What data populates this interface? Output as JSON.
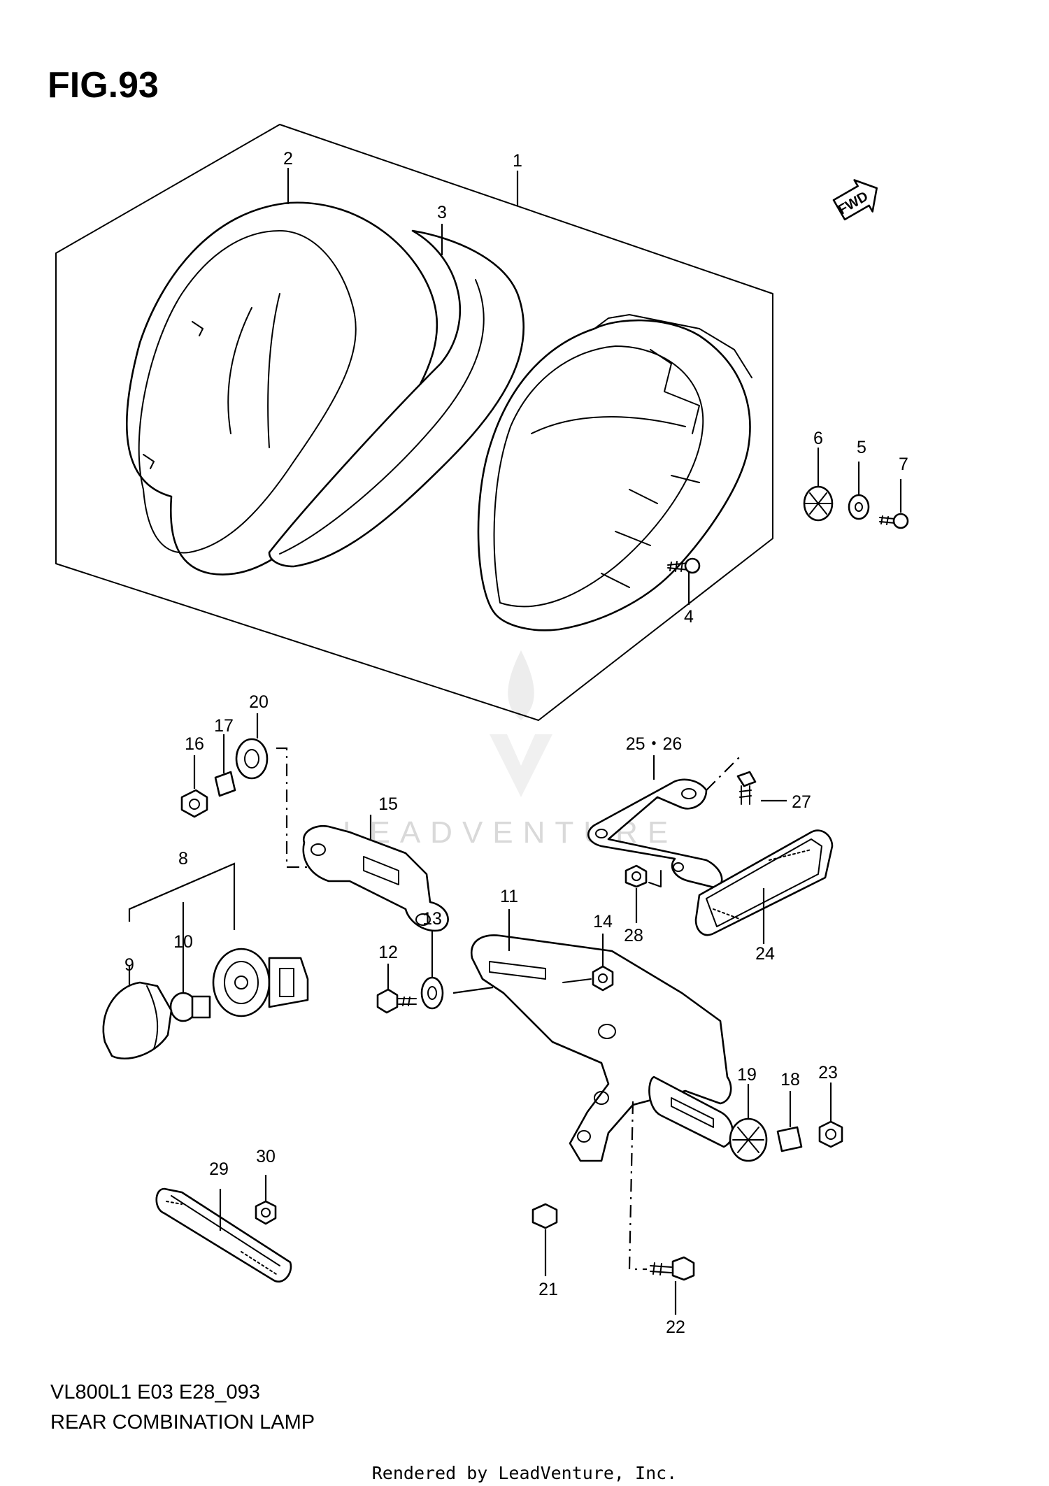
{
  "figure": {
    "title": "FIG.93",
    "model_code": "VL800L1 E03 E28_093",
    "assembly_name": "REAR COMBINATION LAMP"
  },
  "direction_marker": {
    "label": "FWD",
    "icon": "arrow-fwd-icon"
  },
  "watermark": {
    "text": "LEADVENTURE"
  },
  "credit": "Rendered by LeadVenture, Inc.",
  "callouts": {
    "c1": "1",
    "c2": "2",
    "c3": "3",
    "c4": "4",
    "c5": "5",
    "c6": "6",
    "c7": "7",
    "c8": "8",
    "c9": "9",
    "c10": "10",
    "c11": "11",
    "c12": "12",
    "c13": "13",
    "c14": "14",
    "c15": "15",
    "c16": "16",
    "c17": "17",
    "c18": "18",
    "c19": "19",
    "c20": "20",
    "c21": "21",
    "c22": "22",
    "c23": "23",
    "c24": "24",
    "c25_26": "25・26",
    "c27": "27",
    "c28": "28",
    "c29": "29",
    "c30": "30"
  }
}
